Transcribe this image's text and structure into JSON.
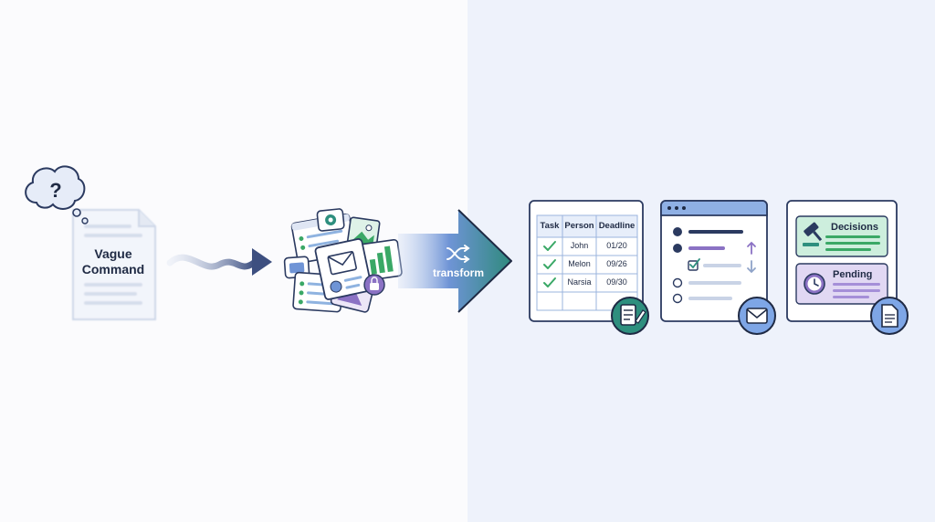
{
  "vague_command": {
    "line1": "Vague",
    "line2": "Command"
  },
  "thought_icon": "question-mark-thought-bubble",
  "transform": {
    "label": "transform",
    "icon": "shuffle-icon"
  },
  "task_table": {
    "headers": [
      "Task",
      "Person",
      "Deadline"
    ],
    "rows": [
      {
        "done": true,
        "person": "John",
        "deadline": "01/20"
      },
      {
        "done": true,
        "person": "Melon",
        "deadline": "09/26"
      },
      {
        "done": true,
        "person": "Narsia",
        "deadline": "09/30"
      },
      {
        "done": false,
        "person": "",
        "deadline": ""
      }
    ],
    "badge_icon": "notepad-pen-icon"
  },
  "checklist_window": {
    "badge_icon": "envelope-icon"
  },
  "summary_cards": {
    "decisions_label": "Decisions",
    "decisions_icon": "gavel-icon",
    "pending_label": "Pending",
    "pending_icon": "clock-icon",
    "badge_icon": "document-icon"
  },
  "colors": {
    "navy": "#1f2a44",
    "teal": "#2e8f7e",
    "green_check": "#3aa866",
    "purple": "#8b72c4",
    "blue_accent": "#6f94d6",
    "right_panel_bg": "#eef2fb"
  }
}
